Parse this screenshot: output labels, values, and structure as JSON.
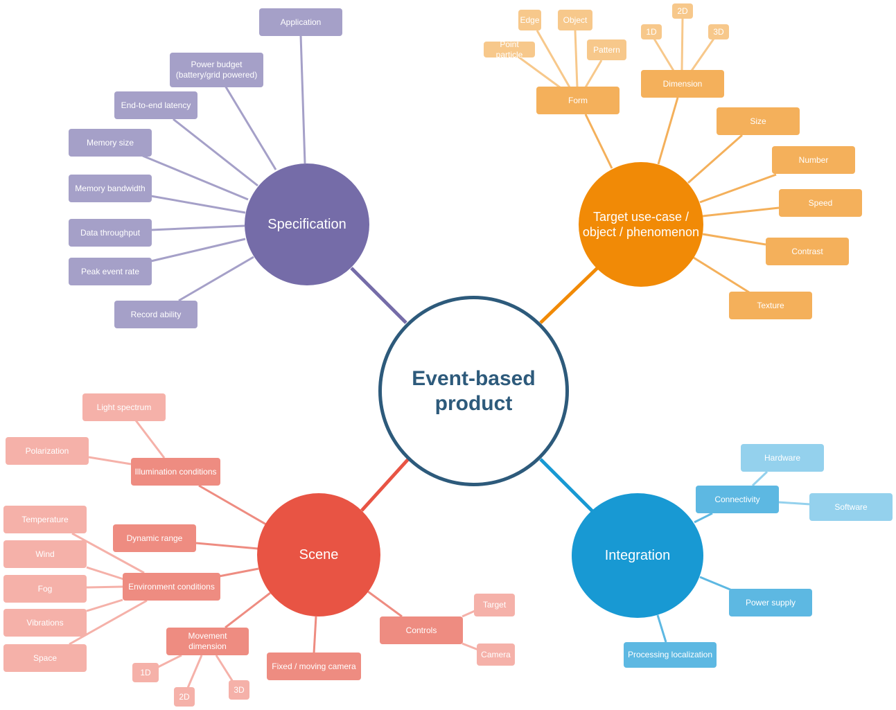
{
  "center": {
    "label_line1": "Event-based",
    "label_line2": "product"
  },
  "colors": {
    "center_border": "#2d5a7b",
    "specification": "#756ca8",
    "specification_box": "#a5a0c8",
    "target": "#f18a06",
    "target_box": "#f4b05b",
    "scene": "#e85444",
    "scene_box": "#ee8c81",
    "integration": "#1899d3",
    "integration_box": "#5db8e2"
  },
  "specification": {
    "label": "Specification",
    "items": {
      "application": "Application",
      "power_budget_line1": "Power budget",
      "power_budget_line2": "(battery/grid powered)",
      "latency": "End-to-end latency",
      "memory_size": "Memory size",
      "memory_bandwidth": "Memory bandwidth",
      "data_throughput": "Data throughput",
      "peak_event_rate": "Peak event rate",
      "record_ability": "Record ability"
    }
  },
  "target": {
    "label_line1": "Target use-case /",
    "label_line2": "object / phenomenon",
    "form": {
      "label": "Form",
      "edge": "Edge",
      "object": "Object",
      "point_particle": "Point particle",
      "pattern": "Pattern"
    },
    "dimension": {
      "label": "Dimension",
      "d1": "1D",
      "d2": "2D",
      "d3": "3D"
    },
    "size": "Size",
    "number": "Number",
    "speed": "Speed",
    "contrast": "Contrast",
    "texture": "Texture"
  },
  "scene": {
    "label": "Scene",
    "illumination": {
      "label": "Illumination conditions",
      "light_spectrum": "Light spectrum",
      "polarization": "Polarization"
    },
    "dynamic_range": "Dynamic range",
    "environment": {
      "label": "Environment conditions",
      "temperature": "Temperature",
      "wind": "Wind",
      "fog": "Fog",
      "vibrations": "Vibrations",
      "space": "Space"
    },
    "movement": {
      "label": "Movement dimension",
      "d1": "1D",
      "d2": "2D",
      "d3": "3D"
    },
    "fixed_moving_camera": "Fixed / moving camera",
    "controls": {
      "label": "Controls",
      "target": "Target",
      "camera": "Camera"
    }
  },
  "integration": {
    "label": "Integration",
    "connectivity": {
      "label": "Connectivity",
      "hardware": "Hardware",
      "software": "Software"
    },
    "power_supply": "Power supply",
    "processing_localization": "Processing localization"
  }
}
